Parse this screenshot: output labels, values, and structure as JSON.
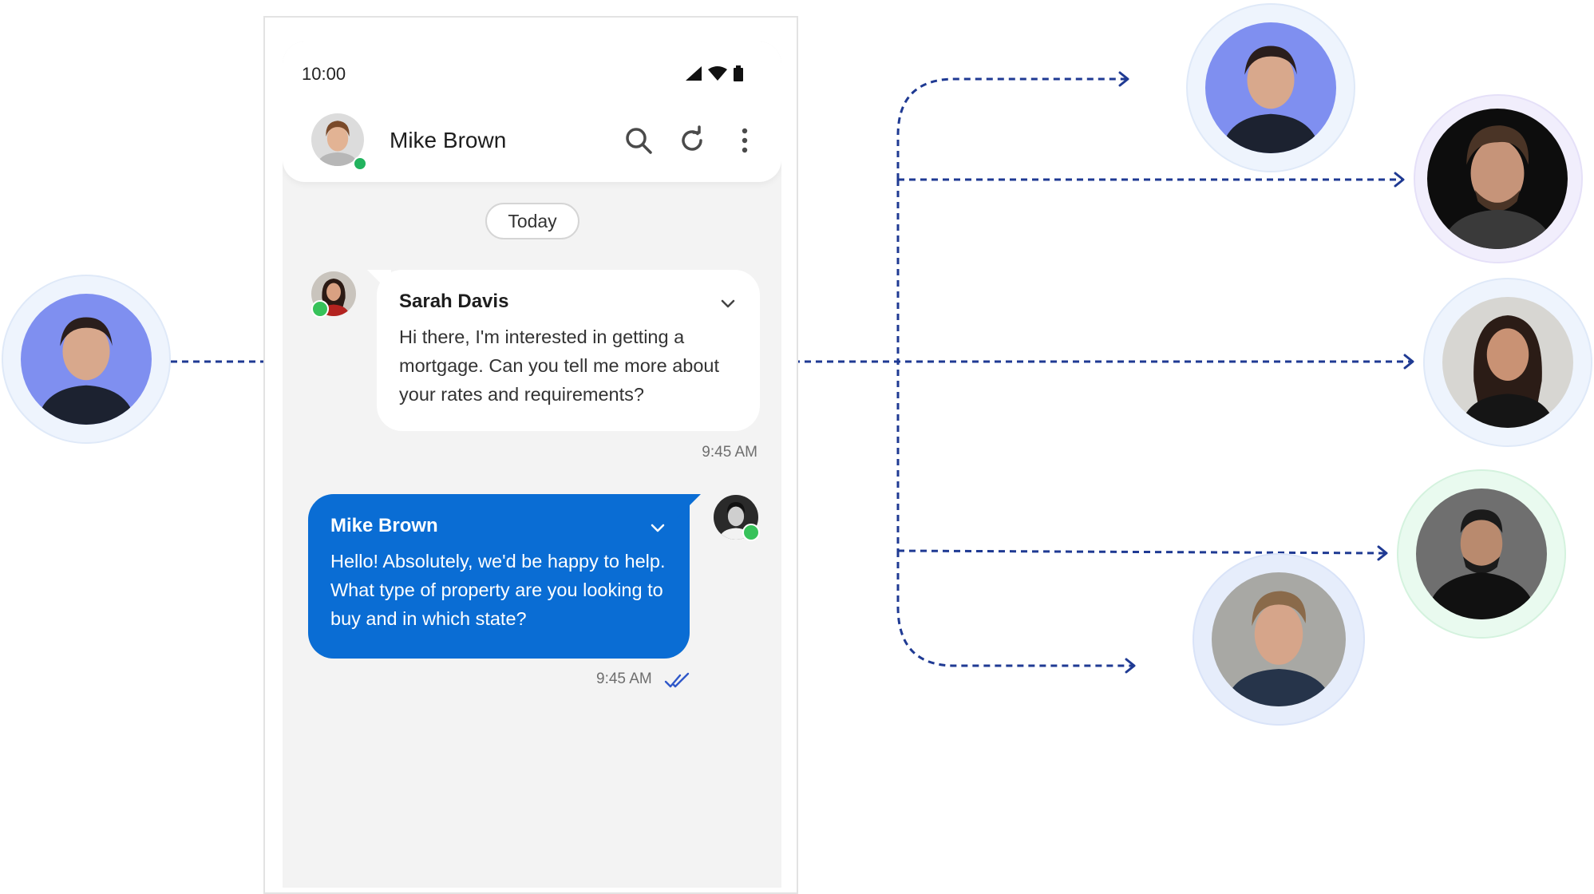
{
  "status_bar": {
    "time": "10:00"
  },
  "chat_header": {
    "contact_name": "Mike Brown"
  },
  "date_separator": "Today",
  "messages": [
    {
      "sender": "Sarah Davis",
      "text": "Hi there, I'm interested in getting a mortgage. Can you tell me more about your rates and requirements?",
      "time": "9:45 AM",
      "direction": "incoming",
      "channel_icon": "whatsapp-icon"
    },
    {
      "sender": "Mike Brown",
      "text": "Hello! Absolutely, we'd be happy to help. What type of property are you looking to buy and in which state?",
      "time": "9:45 AM",
      "direction": "outgoing",
      "channel_icon": "whatsapp-icon",
      "read": true
    }
  ],
  "colors": {
    "outgoing_bubble": "#0a6dd4",
    "connector": "#1f3a93",
    "online": "#22b35e",
    "whatsapp": "#37c25a"
  },
  "icons": [
    "signal-icon",
    "wifi-icon",
    "battery-icon",
    "search-icon",
    "refresh-icon",
    "more-vertical-icon",
    "chevron-down-icon",
    "double-check-icon"
  ]
}
